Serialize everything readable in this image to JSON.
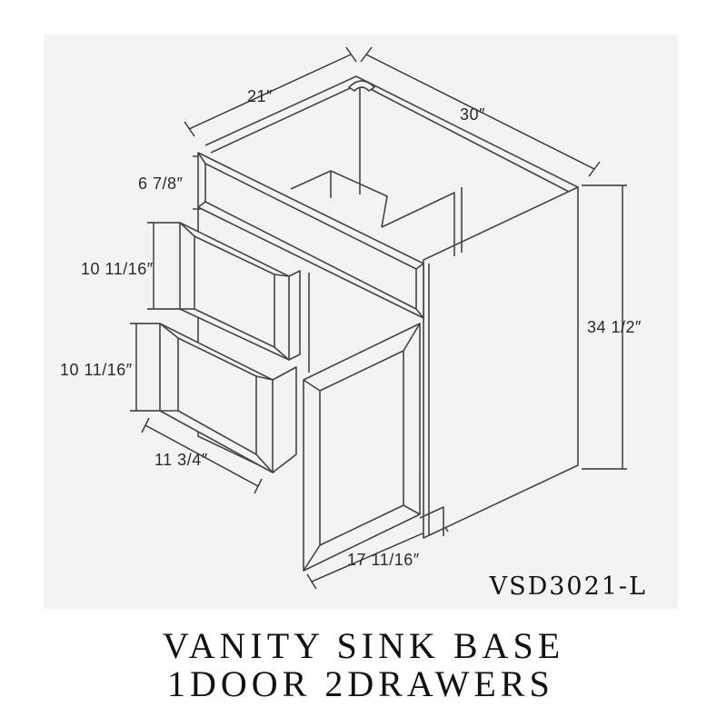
{
  "diagram": {
    "dimensions": {
      "depth": "21″",
      "width": "30″",
      "top_drawer_height": "6 7/8″",
      "drawer_2_height": "10 11/16″",
      "drawer_3_height": "10 11/16″",
      "cabinet_height": "34 1/2″",
      "drawer_width": "11 3/4″",
      "door_width": "17 11/16″"
    },
    "model_code": "VSD3021-L"
  },
  "caption": {
    "line1": "VANITY SINK BASE",
    "line2": "1DOOR 2DRAWERS"
  }
}
